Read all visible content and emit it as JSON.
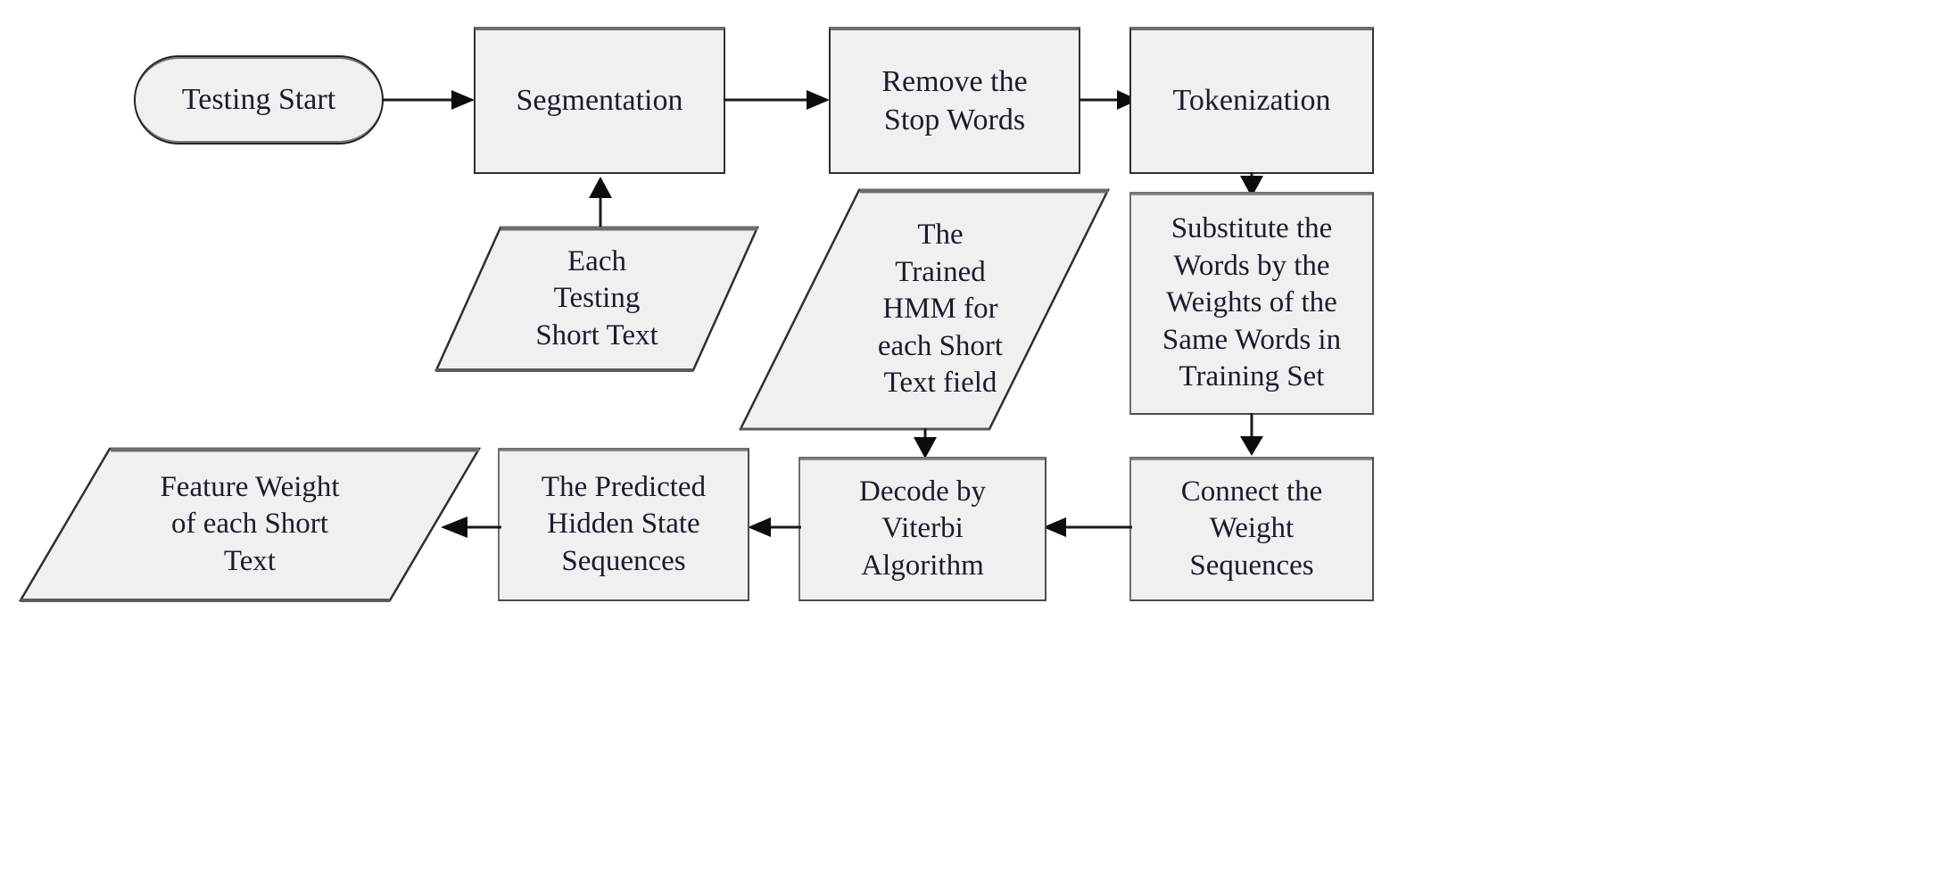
{
  "diagram": {
    "title": "Testing phase flowchart",
    "palette": {
      "node_fill": "#f0f0f0",
      "node_stroke": "#2f2f2f",
      "node_top_shadow": "#6d6d6d",
      "text": "#1b1b2f",
      "connector": "#1a1a1a",
      "background": "#ffffff"
    },
    "nodes": [
      {
        "id": "start",
        "shape": "stadium",
        "label": "Testing Start"
      },
      {
        "id": "segmentation",
        "shape": "rectangle",
        "label": "Segmentation"
      },
      {
        "id": "stopwords",
        "shape": "rectangle",
        "label": "Remove the\nStop Words"
      },
      {
        "id": "tokenization",
        "shape": "rectangle",
        "label": "Tokenization"
      },
      {
        "id": "each-text",
        "shape": "parallelogram",
        "label": "Each\nTesting\nShort Text"
      },
      {
        "id": "trained-hmm",
        "shape": "parallelogram",
        "label": "The\nTrained\nHMM for\neach Short\nText field"
      },
      {
        "id": "substitute",
        "shape": "rectangle",
        "label": "Substitute the\nWords by the\nWeights of the\nSame Words in\nTraining Set"
      },
      {
        "id": "connect",
        "shape": "rectangle",
        "label": "Connect the\nWeight\nSequences"
      },
      {
        "id": "decode",
        "shape": "rectangle",
        "label": "Decode by\nViterbi\nAlgorithm"
      },
      {
        "id": "predicted",
        "shape": "rectangle",
        "label": "The Predicted\nHidden State\nSequences"
      },
      {
        "id": "feature",
        "shape": "parallelogram",
        "label": "Feature Weight\nof each Short\nText"
      }
    ],
    "edges": [
      {
        "from": "start",
        "to": "segmentation",
        "direction": "right"
      },
      {
        "from": "segmentation",
        "to": "stopwords",
        "direction": "right"
      },
      {
        "from": "stopwords",
        "to": "tokenization",
        "direction": "right"
      },
      {
        "from": "tokenization",
        "to": "substitute",
        "direction": "down"
      },
      {
        "from": "each-text",
        "to": "segmentation",
        "direction": "up"
      },
      {
        "from": "trained-hmm",
        "to": "decode",
        "direction": "down"
      },
      {
        "from": "substitute",
        "to": "connect",
        "direction": "down"
      },
      {
        "from": "connect",
        "to": "decode",
        "direction": "left"
      },
      {
        "from": "decode",
        "to": "predicted",
        "direction": "left"
      },
      {
        "from": "predicted",
        "to": "feature",
        "direction": "left"
      }
    ]
  }
}
